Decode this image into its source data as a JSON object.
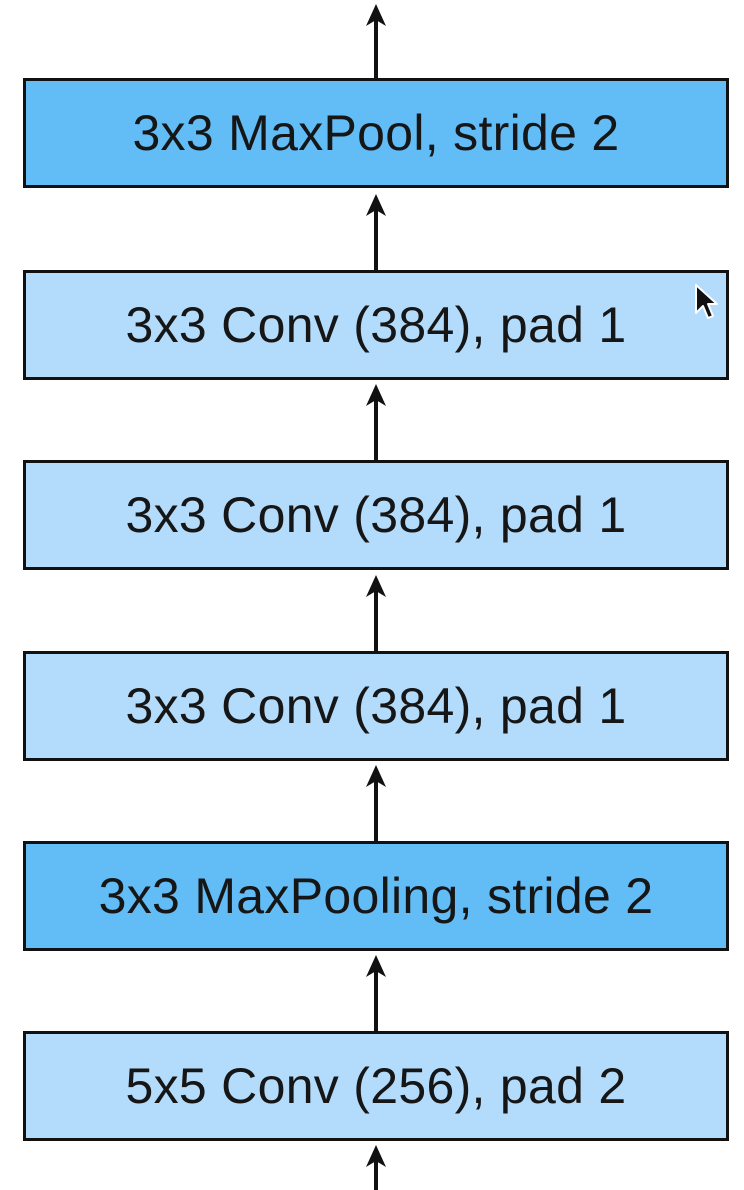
{
  "colors": {
    "pool_fill": "#62bcf5",
    "conv_fill": "#b3dbfb",
    "stroke": "#111111"
  },
  "layers": [
    {
      "label": "3x3 MaxPool, stride 2",
      "kind": "pool"
    },
    {
      "label": "3x3 Conv (384), pad 1",
      "kind": "conv"
    },
    {
      "label": "3x3 Conv (384), pad 1",
      "kind": "conv"
    },
    {
      "label": "3x3 Conv (384), pad 1",
      "kind": "conv"
    },
    {
      "label": "3x3 MaxPooling, stride 2",
      "kind": "pool"
    },
    {
      "label": "5x5 Conv (256), pad 2",
      "kind": "conv"
    }
  ],
  "icons": {
    "arrow": "arrow-up-icon",
    "cursor": "mouse-cursor-icon"
  }
}
